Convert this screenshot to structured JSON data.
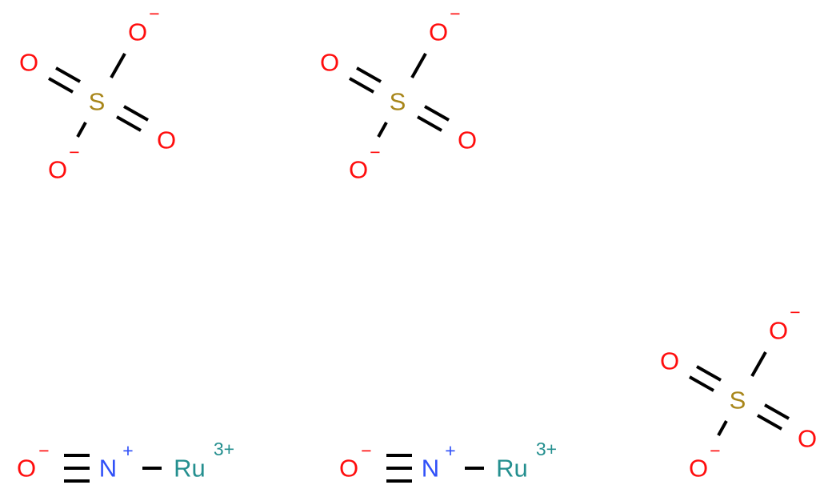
{
  "colors": {
    "O": "#FF0D0D",
    "S": "#A8861A",
    "N": "#3050F8",
    "Ru": "#248F8F",
    "bond": "#000000"
  },
  "sulfates": [
    {
      "S": "S",
      "O_double_1": "O",
      "O_double_2": "O",
      "O_single_1": "O",
      "O_single_1_charge": "−",
      "O_single_2": "O",
      "O_single_2_charge": "−"
    },
    {
      "S": "S",
      "O_double_1": "O",
      "O_double_2": "O",
      "O_single_1": "O",
      "O_single_1_charge": "−",
      "O_single_2": "O",
      "O_single_2_charge": "−"
    },
    {
      "S": "S",
      "O_double_1": "O",
      "O_double_2": "O",
      "O_single_1": "O",
      "O_single_1_charge": "−",
      "O_single_2": "O",
      "O_single_2_charge": "−"
    }
  ],
  "nitrosyl_ruthenium": [
    {
      "O": "O",
      "O_charge": "−",
      "N": "N",
      "N_charge": "+",
      "Ru": "Ru",
      "Ru_charge": "3+"
    },
    {
      "O": "O",
      "O_charge": "−",
      "N": "N",
      "N_charge": "+",
      "Ru": "Ru",
      "Ru_charge": "3+"
    }
  ]
}
